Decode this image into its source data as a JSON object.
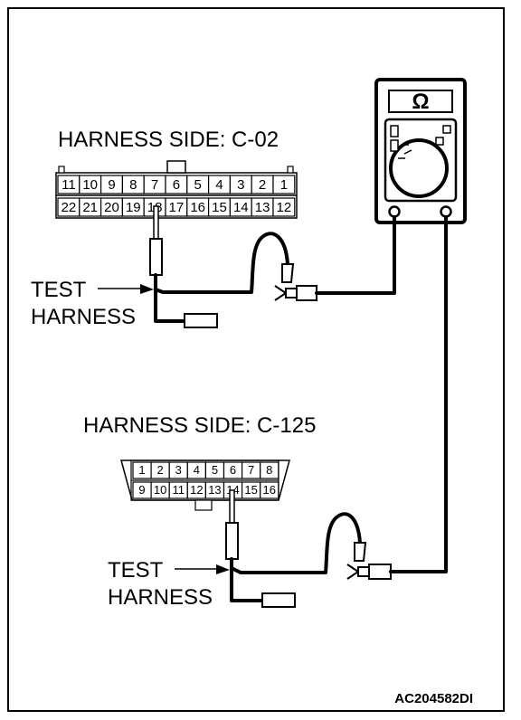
{
  "meter": {
    "symbol": "Ω"
  },
  "connector_c02": {
    "title": "HARNESS SIDE: C-02",
    "top_pins": [
      "11",
      "10",
      "9",
      "8",
      "7",
      "6",
      "5",
      "4",
      "3",
      "2",
      "1"
    ],
    "bottom_pins": [
      "22",
      "21",
      "20",
      "19",
      "18",
      "17",
      "16",
      "15",
      "14",
      "13",
      "12"
    ]
  },
  "connector_c125": {
    "title": "HARNESS SIDE: C-125",
    "top_pins": [
      "1",
      "2",
      "3",
      "4",
      "5",
      "6",
      "7",
      "8"
    ],
    "bottom_pins": [
      "9",
      "10",
      "11",
      "12",
      "13",
      "14",
      "15",
      "16"
    ]
  },
  "test_harness_upper": {
    "line1": "TEST",
    "line2": "HARNESS"
  },
  "test_harness_lower": {
    "line1": "TEST",
    "line2": "HARNESS"
  },
  "figure_code": "AC204582DI"
}
